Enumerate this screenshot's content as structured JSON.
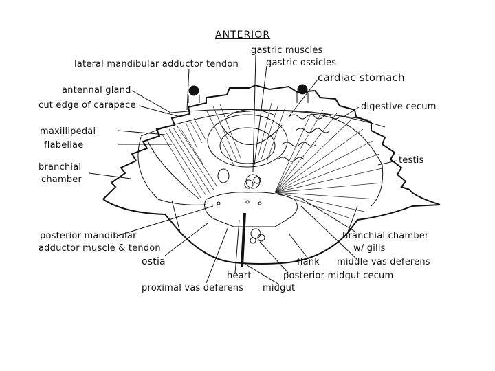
{
  "diagram": {
    "title": "ANTERIOR",
    "labels": {
      "gastric_muscles": "gastric muscles",
      "gastric_ossicles": "gastric ossicles",
      "lateral_mandibular": "lateral mandibular adductor tendon",
      "cardiac_stomach": "cardiac stomach",
      "antennal_gland": "antennal gland",
      "cut_edge": "cut edge of carapace",
      "digestive_cecum": "digestive cecum",
      "maxillipedal": "maxillipedal",
      "flabellae": "flabellae",
      "testis": "testis",
      "branchial_chamber_1": "branchial",
      "branchial_chamber_2": "chamber",
      "posterior_mandibular_1": "posterior mandibular",
      "posterior_mandibular_2": "adductor muscle & tendon",
      "branchial_gills_1": "branchial chamber",
      "branchial_gills_2": "w/ gills",
      "ostia": "ostia",
      "flank": "flank",
      "middle_vas": "middle vas deferens",
      "heart": "heart",
      "posterior_midgut": "posterior midgut cecum",
      "proximal_vas": "proximal vas deferens",
      "midgut": "midgut"
    }
  }
}
